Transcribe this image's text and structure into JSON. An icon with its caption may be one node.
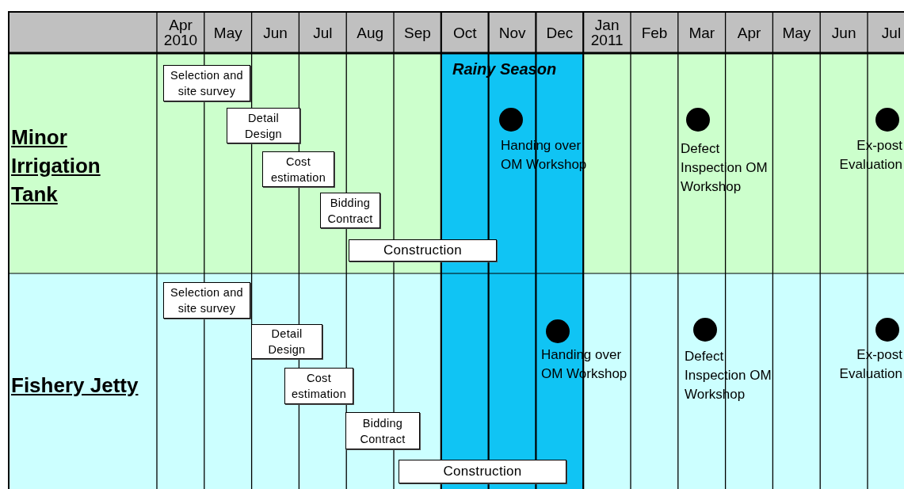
{
  "diagram": {
    "nodes": [
      {
        "text": [
          "Selection and site survey"
        ]
      },
      {
        "text": [
          "Detail Design"
        ]
      },
      {
        "text": [
          "Cost estimation"
        ]
      },
      {
        "text": [
          "Bidding Contract"
        ]
      },
      {
        "text": [
          "Construction"
        ]
      },
      {
        "text": [],
        "shape": "circle",
        "beside": [
          "Handing over OM Workshop"
        ]
      },
      {
        "text": [],
        "shape": "circle",
        "beside": [
          "Defect Inspection OM Workshop"
        ]
      },
      {
        "text": [],
        "shape": "circle",
        "beside": [
          "Ex-post Evaluation"
        ]
      },
      {
        "text": [
          "Selection and site survey"
        ]
      },
      {
        "text": [
          "Detail Design"
        ]
      },
      {
        "text": [
          "Cost estimation"
        ]
      },
      {
        "text": [
          "Bidding Contract"
        ]
      },
      {
        "text": [
          "Construction"
        ]
      },
      {
        "text": [],
        "shape": "circle",
        "beside": [
          "Handing over OM Workshop"
        ]
      },
      {
        "text": [],
        "shape": "circle",
        "beside": [
          "Defect Inspection OM Workshop"
        ]
      },
      {
        "text": [],
        "shape": "circle",
        "beside": [
          "Ex-post Evaluation"
        ]
      }
    ],
    "edges": [],
    "labels": [
      "Apr 2010",
      "May",
      "Jun",
      "Jul",
      "Aug",
      "Sep",
      "Oct",
      "Nov",
      "Dec",
      "Jan 2011",
      "Feb",
      "Mar",
      "Apr",
      "May",
      "Jun",
      "Jul",
      "Rainy Season",
      "Minor Irrigation Tank",
      "Fishery Jetty"
    ]
  }
}
